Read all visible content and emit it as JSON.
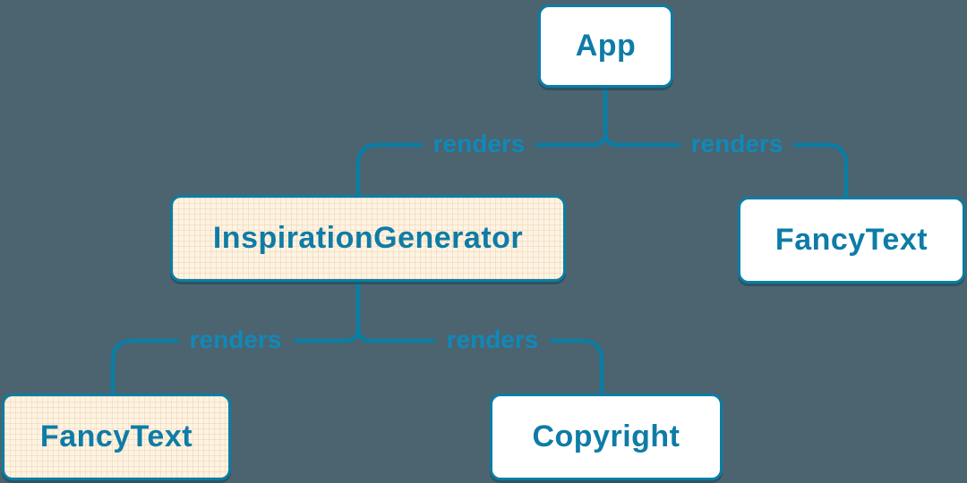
{
  "diagram": {
    "type": "component-render-tree",
    "colors": {
      "background": "#4c6370",
      "edge": "#0a7ea4",
      "edge_label": "#1089b8",
      "node_border": "#0a7ea4",
      "node_text": "#0e7ca6",
      "node_fill_default": "#ffffff",
      "node_fill_highlight": "#fdf3e2",
      "node_shadow": "rgba(9,62,86,0.45)"
    },
    "nodes": [
      {
        "id": "app",
        "label": "App",
        "variant": "default"
      },
      {
        "id": "inspiration-generator",
        "label": "InspirationGenerator",
        "variant": "highlight"
      },
      {
        "id": "fancy-text-right",
        "label": "FancyText",
        "variant": "default"
      },
      {
        "id": "fancy-text-left",
        "label": "FancyText",
        "variant": "highlight"
      },
      {
        "id": "copyright",
        "label": "Copyright",
        "variant": "default"
      }
    ],
    "edges": [
      {
        "from": "App",
        "to": "InspirationGenerator",
        "label": "renders"
      },
      {
        "from": "App",
        "to": "FancyText",
        "label": "renders"
      },
      {
        "from": "InspirationGenerator",
        "to": "FancyText",
        "label": "renders"
      },
      {
        "from": "InspirationGenerator",
        "to": "Copyright",
        "label": "renders"
      }
    ]
  }
}
